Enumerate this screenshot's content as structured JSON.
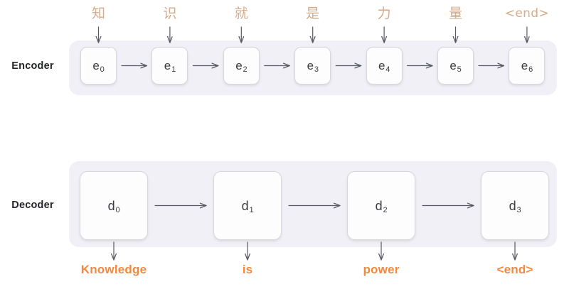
{
  "diagram": {
    "title": "Encoder-Decoder sequence diagram",
    "colors": {
      "panel_background": "#f1f0f6",
      "cell_background": "#fdfdfe",
      "cell_border": "#d7d7db",
      "input_token_text": "#d6ab8b",
      "output_token_text": "#f5883f",
      "row_label_text": "#24252a",
      "arrow": "#585a61",
      "page_background": "#ffffff"
    }
  },
  "encoder": {
    "label": "Encoder",
    "cells": [
      {
        "base": "e",
        "index": "0"
      },
      {
        "base": "e",
        "index": "1"
      },
      {
        "base": "e",
        "index": "2"
      },
      {
        "base": "e",
        "index": "3"
      },
      {
        "base": "e",
        "index": "4"
      },
      {
        "base": "e",
        "index": "5"
      },
      {
        "base": "e",
        "index": "6"
      }
    ],
    "input_tokens": [
      {
        "text": "知",
        "script": "han"
      },
      {
        "text": "识",
        "script": "han"
      },
      {
        "text": "就",
        "script": "han"
      },
      {
        "text": "是",
        "script": "han"
      },
      {
        "text": "力",
        "script": "han"
      },
      {
        "text": "量",
        "script": "han"
      },
      {
        "text": "<end>",
        "script": "latin"
      }
    ]
  },
  "decoder": {
    "label": "Decoder",
    "cells": [
      {
        "base": "d",
        "index": "0"
      },
      {
        "base": "d",
        "index": "1"
      },
      {
        "base": "d",
        "index": "2"
      },
      {
        "base": "d",
        "index": "3"
      }
    ],
    "output_tokens": [
      {
        "text": "Knowledge"
      },
      {
        "text": "is"
      },
      {
        "text": "power"
      },
      {
        "text": "<end>"
      }
    ]
  }
}
